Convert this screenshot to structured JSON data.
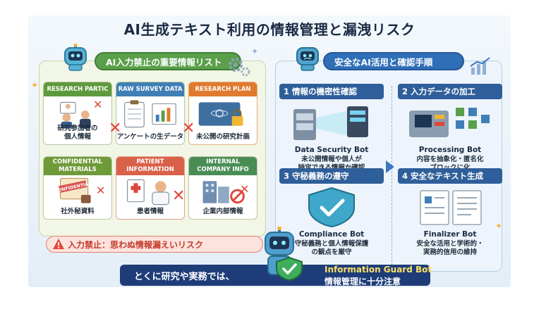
{
  "title": "AI生成テキスト利用の情報管理と漏洩リスク",
  "left": {
    "header": "AI入力禁止の重要情報リスト",
    "cards": [
      {
        "header": "RESEARCH PARTIC",
        "label": "研究参加者の\n個人情報",
        "color": "#5e9a3d"
      },
      {
        "header": "RAW SURVEY DATA",
        "label": "アンケートの生データ",
        "color": "#3f7fb6"
      },
      {
        "header": "RESEARCH PLAN",
        "label": "未公開の研究計画",
        "color": "#e07a2e"
      },
      {
        "header": "CONFIDENTIAL\nMATERIALS",
        "label": "社外秘資料",
        "color": "#6f9a3a"
      },
      {
        "header": "PATIENT\nINFORMATION",
        "label": "患者情報",
        "color": "#d9614a"
      },
      {
        "header": "INTERNAL\nCOMPANY INFO",
        "label": "企業内部情報",
        "color": "#4a8d54"
      }
    ],
    "warning": "入力禁止：思わぬ情報漏えいリスク",
    "stamp": "CONFIDENTIAL"
  },
  "right": {
    "header": "安全なAI活用と確認手順",
    "steps": [
      {
        "title": "1  情報の機密性確認",
        "bot": "Data Security Bot",
        "desc": "未公開情報や個人が\n特定できる情報か確認"
      },
      {
        "title": "2  入力データの加工",
        "bot": "Processing Bot",
        "desc": "内容を抽象化・匿名化\nブロックに化"
      },
      {
        "title": "3  守秘義務の遵守",
        "bot": "Compliance Bot",
        "desc": "守秘義務と個人情報保護\nの観点を厳守"
      },
      {
        "title": "4 安全なテキスト生成",
        "bot": "Finalizer Bot",
        "desc": "安全な活用と学術的・\n実務的信用の維持"
      }
    ]
  },
  "footer": {
    "left": "とくに研究や実務では、",
    "bot_name": "Information Guard Bot",
    "note": "情報管理に十分注意"
  },
  "colors": {
    "green": "#5aa04a",
    "blue": "#2f6fb8",
    "red": "#e0473c",
    "navy": "#1e3d78"
  }
}
